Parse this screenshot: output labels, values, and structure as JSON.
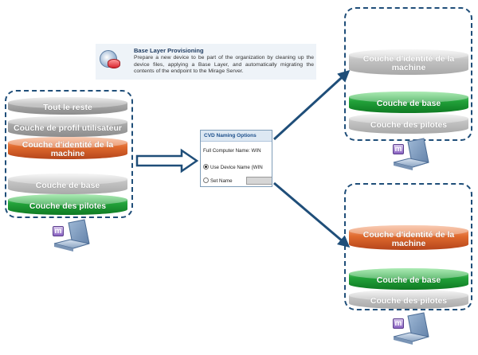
{
  "panel": {
    "title": "Base Layer Provisioning",
    "description": "Prepare a new device to be part of the organization by cleaning up the device files, applying a Base Layer, and automatically migrating the contents of the endpoint to the Mirage Server."
  },
  "cvd": {
    "title": "CVD Naming Options",
    "full_computer_name": "Full Computer Name: WIN",
    "use_device_name": "Use Device Name (WIN",
    "set_name": "Set Name"
  },
  "left_stack": {
    "layers": [
      "Tout le reste",
      "Couche de profil utilisateur",
      "Couche d'identité de la machine",
      "Couche de base",
      "Couche des pilotes"
    ]
  },
  "top_right_stack": {
    "layers": [
      "Couche d'identité de la machine",
      "Couche de base",
      "Couche des pilotes"
    ]
  },
  "bottom_right_stack": {
    "layers": [
      "Couche d'identité de la machine",
      "Couche de base",
      "Couche des pilotes"
    ]
  },
  "icons": {
    "mirage": "m",
    "laptop": "laptop-icon",
    "arrow_right": "hollow-arrow-icon"
  },
  "colors": {
    "box_border": "#1f4e79",
    "arrow": "#1f4e79",
    "green_layer": "#22a23a",
    "orange_layer": "#e06a2e",
    "gray_layer": "#a9a9a9"
  }
}
